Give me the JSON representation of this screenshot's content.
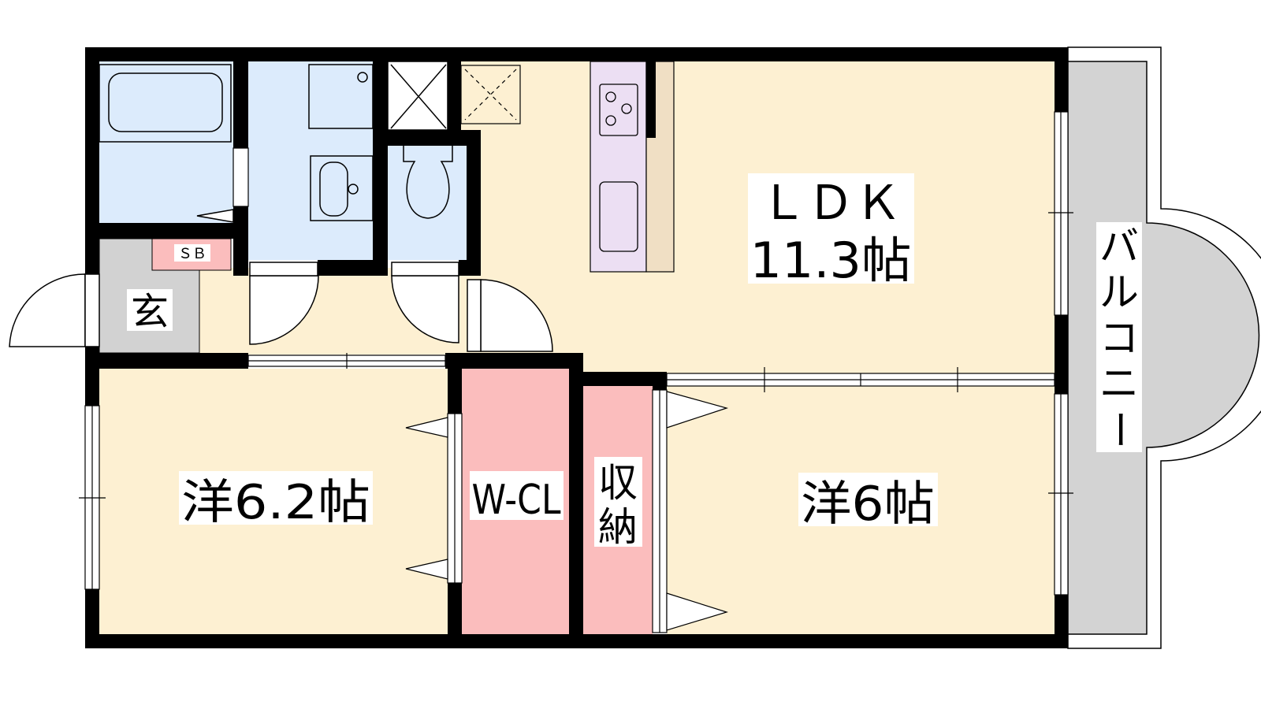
{
  "floorplan": {
    "rooms": {
      "ldk": {
        "name": "ＬＤＫ",
        "size": "11.3帖"
      },
      "western1": {
        "label": "洋6.2帖"
      },
      "western2": {
        "label": "洋6帖"
      },
      "walk_in_closet": {
        "label": "W-CL"
      },
      "storage": {
        "label_line1": "収",
        "label_line2": "納"
      },
      "entrance": {
        "label": "玄"
      },
      "shoe_box": {
        "label": "ＳＢ"
      },
      "balcony": {
        "label_chars": [
          "バ",
          "ル",
          "コ",
          "ニ",
          "ー"
        ]
      }
    },
    "colors": {
      "wall": "#000000",
      "living": "#fdf0d2",
      "wet_area": "#dcebfc",
      "closet": "#fbbdbd",
      "entrance": "#d2d2d2",
      "balcony": "#d3d3d3",
      "kitchen": "#ecdff3",
      "counter": "#f0dfc4"
    }
  }
}
